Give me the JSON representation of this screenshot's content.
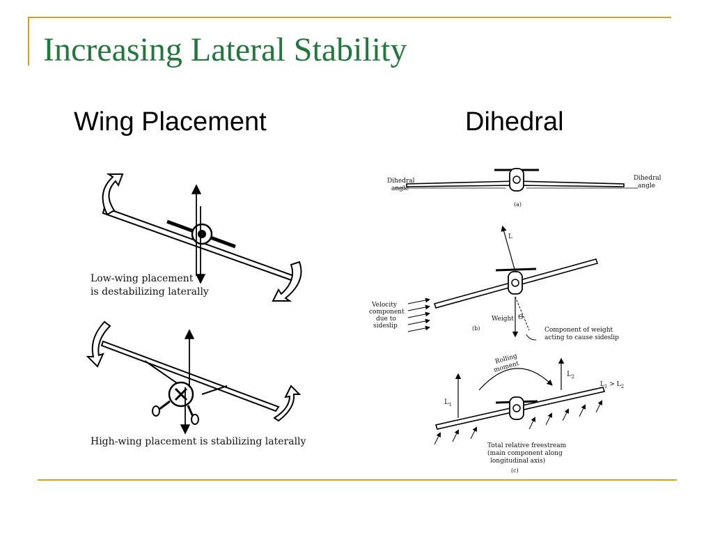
{
  "slide": {
    "title": "Increasing Lateral Stability",
    "left_heading": "Wing Placement",
    "right_heading": "Dihedral"
  },
  "left_figure": {
    "low_wing_label_1": "Low-wing placement",
    "low_wing_label_2": "is destabilizing laterally",
    "high_wing_label": "High-wing placement is stabilizing laterally"
  },
  "right_figure": {
    "dihedral_angle_1": "Dihedral",
    "dihedral_angle_2": "angle",
    "panel_a": "(a)",
    "lift": "L",
    "velocity_1": "Velocity",
    "velocity_2": "component",
    "velocity_3": "due to",
    "velocity_4": "sideslip",
    "weight": "Weight",
    "theta": "Θ",
    "panel_b": "(b)",
    "component_1": "Component of weight",
    "component_2": "acting to cause sideslip",
    "rolling_1": "Rolling",
    "rolling_2": "moment",
    "l1": "L",
    "l2": "L",
    "sub_1": "1",
    "sub_2": "2",
    "inequality_gt": " > ",
    "freestream_1": "Total relative freestream",
    "freestream_2": "(main component along",
    "freestream_3": "longitudinal axis)",
    "panel_c": "(c)"
  },
  "colors": {
    "title": "#1f7a3a",
    "rule": "#d4a017"
  }
}
